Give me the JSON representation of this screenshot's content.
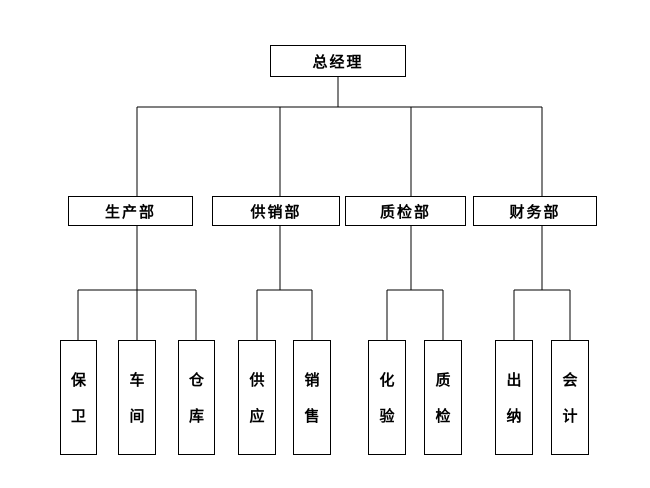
{
  "root": {
    "label": "总经理"
  },
  "departments": [
    {
      "label": "生产部",
      "units": [
        {
          "label": "保卫"
        },
        {
          "label": "车间"
        },
        {
          "label": "仓库"
        }
      ]
    },
    {
      "label": "供销部",
      "units": [
        {
          "label": "供应"
        },
        {
          "label": "销售"
        }
      ]
    },
    {
      "label": "质检部",
      "units": [
        {
          "label": "化验"
        },
        {
          "label": "质检"
        }
      ]
    },
    {
      "label": "财务部",
      "units": [
        {
          "label": "出纳"
        },
        {
          "label": "会计"
        }
      ]
    }
  ]
}
